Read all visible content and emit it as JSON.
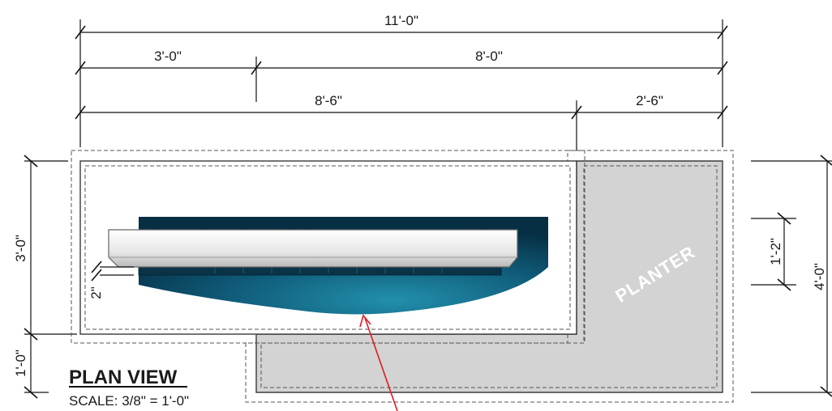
{
  "title": "PLAN VIEW",
  "scale": "SCALE: 3/8\" = 1'-0\"",
  "planter_label": "PLANTER",
  "dimensions": {
    "overall_width": "11'-0\"",
    "left_segment": "3'-0\"",
    "right_segment": "8'-0\"",
    "fire_feature_length": "8'-6\"",
    "planter_width": "2'-6\"",
    "upper_depth": "3'-0\"",
    "lower_depth": "1'-0\"",
    "overall_depth": "4'-0\"",
    "inner_offset": "1'-2\"",
    "small_gap": "2\""
  },
  "colors": {
    "water_dark": "#08394f",
    "water_light": "#1f8aa6",
    "planter_fill": "#d3d3d3",
    "leader_line": "#e01b24"
  }
}
